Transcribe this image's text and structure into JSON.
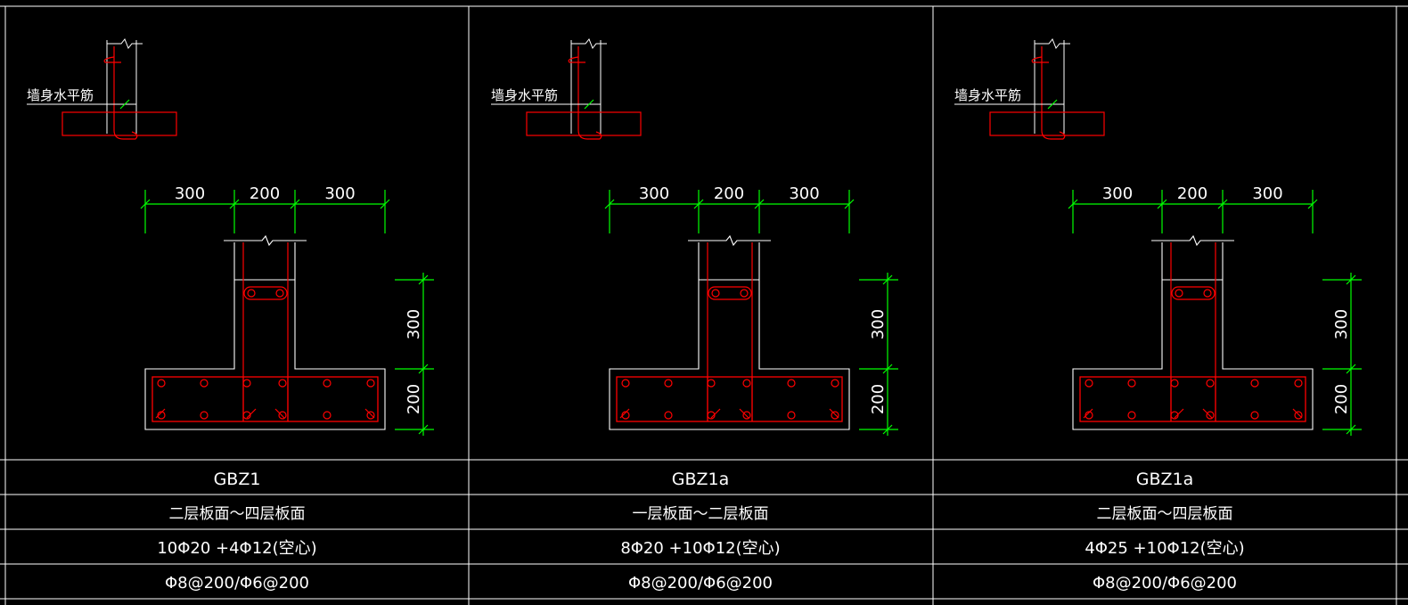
{
  "colors": {
    "background": "#000000",
    "outline": "#ffffff",
    "rebar": "#ff0000",
    "dimension": "#00ff00",
    "text": "#ffffff"
  },
  "detail": {
    "wall_label": "墙身水平筋"
  },
  "columns": [
    {
      "dims_top": [
        "300",
        "200",
        "300"
      ],
      "dims_side": [
        "300",
        "200"
      ],
      "name": "GBZ1",
      "floors": "二层板面～四层板面",
      "longitudinal": "10Φ20 +4Φ12(空心)",
      "stirrups": "Φ8@200/Φ6@200"
    },
    {
      "dims_top": [
        "300",
        "200",
        "300"
      ],
      "dims_side": [
        "300",
        "200"
      ],
      "name": "GBZ1a",
      "floors": "一层板面～二层板面",
      "longitudinal": "8Φ20 +10Φ12(空心)",
      "stirrups": "Φ8@200/Φ6@200"
    },
    {
      "dims_top": [
        "300",
        "200",
        "300"
      ],
      "dims_side": [
        "300",
        "200"
      ],
      "name": "GBZ1a",
      "floors": "二层板面～四层板面",
      "longitudinal": "4Φ25 +10Φ12(空心)",
      "stirrups": "Φ8@200/Φ6@200"
    }
  ]
}
